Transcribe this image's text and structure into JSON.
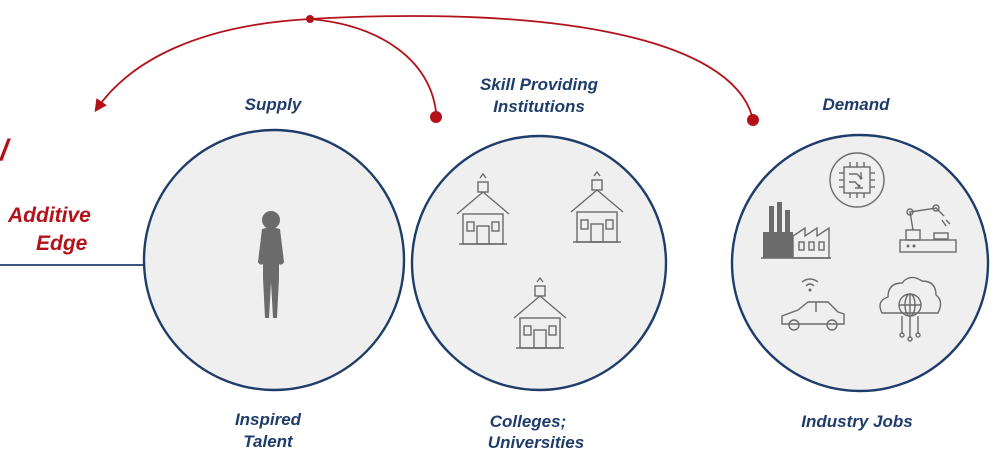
{
  "supply": {
    "heading": "Supply",
    "caption_line1": "Inspired",
    "caption_line2": "Talent"
  },
  "institutions": {
    "heading_line1": "Skill Providing",
    "heading_line2": "Institutions",
    "caption_line1": "Colleges;",
    "caption_line2": "Universities"
  },
  "demand": {
    "heading": "Demand",
    "caption": "Industry Jobs"
  },
  "input": {
    "label_line1": "Additive",
    "label_line2": "Edge",
    "partial_glyph": "/"
  },
  "colors": {
    "navy": "#1f3d6b",
    "red": "#b3121a",
    "circle_fill": "#efefef",
    "icon_gray": "#6b6b6b"
  },
  "icons": {
    "supply": [
      "woman-silhouette-icon"
    ],
    "institutions": [
      "schoolhouse-icon",
      "schoolhouse-icon",
      "schoolhouse-icon"
    ],
    "demand": [
      "microchip-icon",
      "factory-icon",
      "robot-arm-icon",
      "connected-car-icon",
      "cloud-network-icon"
    ]
  }
}
